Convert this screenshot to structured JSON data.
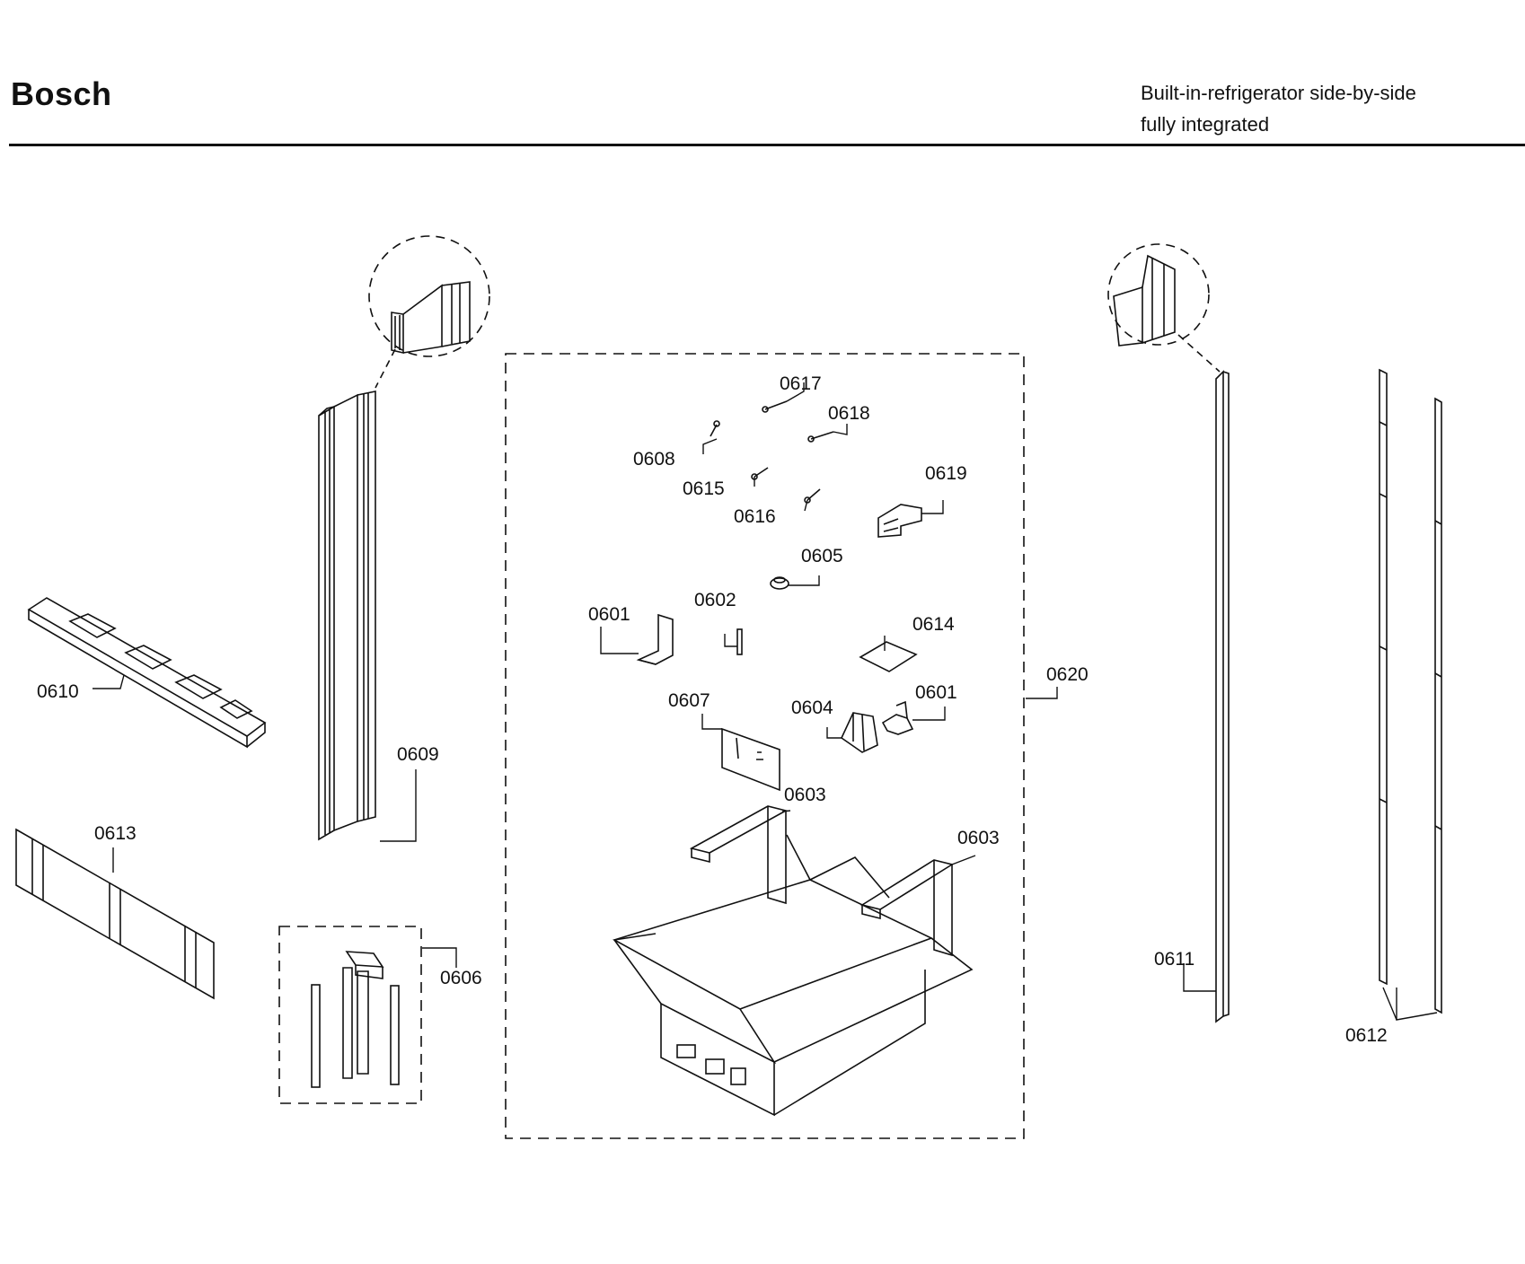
{
  "header": {
    "brand": "Bosch",
    "subtitle_line1": "Built-in-refrigerator side-by-side",
    "subtitle_line2": "fully integrated"
  },
  "parts": {
    "p0601a": "0601",
    "p0601b": "0601",
    "p0602": "0602",
    "p0603a": "0603",
    "p0603b": "0603",
    "p0604": "0604",
    "p0605": "0605",
    "p0606": "0606",
    "p0607": "0607",
    "p0608": "0608",
    "p0609": "0609",
    "p0610": "0610",
    "p0611": "0611",
    "p0612": "0612",
    "p0613": "0613",
    "p0614": "0614",
    "p0615": "0615",
    "p0616": "0616",
    "p0617": "0617",
    "p0618": "0618",
    "p0619": "0619",
    "p0620": "0620"
  }
}
